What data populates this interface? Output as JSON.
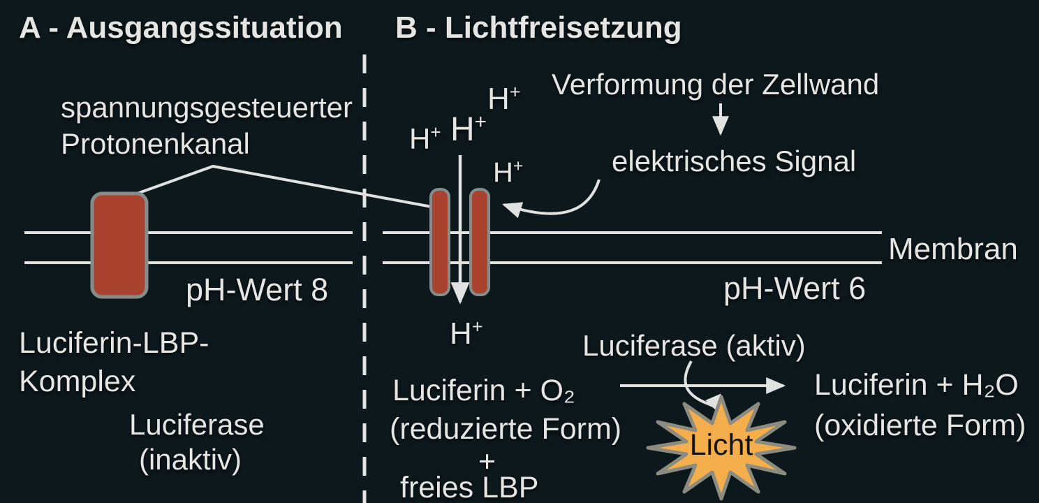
{
  "colors": {
    "background": "#0d181c",
    "text": "#e5e6e4",
    "line": "#dfe2e0",
    "channel": "#a9432f",
    "channel_border": "#868c8a",
    "burst": "#f4ae4c",
    "burst_border": "#8c8b80",
    "light_text": "#171513"
  },
  "panel_a": {
    "title": "A - Ausgangssituation",
    "channel_label_line1": "spannungsgesteuerter",
    "channel_label_line2": "Protonenkanal",
    "ph_label": "pH-Wert 8",
    "complex_line1": "Luciferin-LBP-",
    "complex_line2": "Komplex",
    "luciferase_line1": "Luciferase",
    "luciferase_line2": "(inaktiv)"
  },
  "panel_b": {
    "title": "B - Lichtfreisetzung",
    "proton_h": "H",
    "proton_plus": "+",
    "verformung_label": "Verformung der Zellwand",
    "signal_label": "elektrisches Signal",
    "membrane_label": "Membran",
    "ph_label": "pH-Wert 6",
    "luciferase_label": "Luciferase (aktiv)",
    "reactant_line1": "Luciferin + O₂",
    "reactant_line2": "(reduzierte Form)",
    "reactant_plus": "+",
    "reactant_line3": "freies LBP",
    "product_line1": "Luciferin + H₂O",
    "product_line2": "(oxidierte Form)",
    "light_label": "Licht"
  }
}
